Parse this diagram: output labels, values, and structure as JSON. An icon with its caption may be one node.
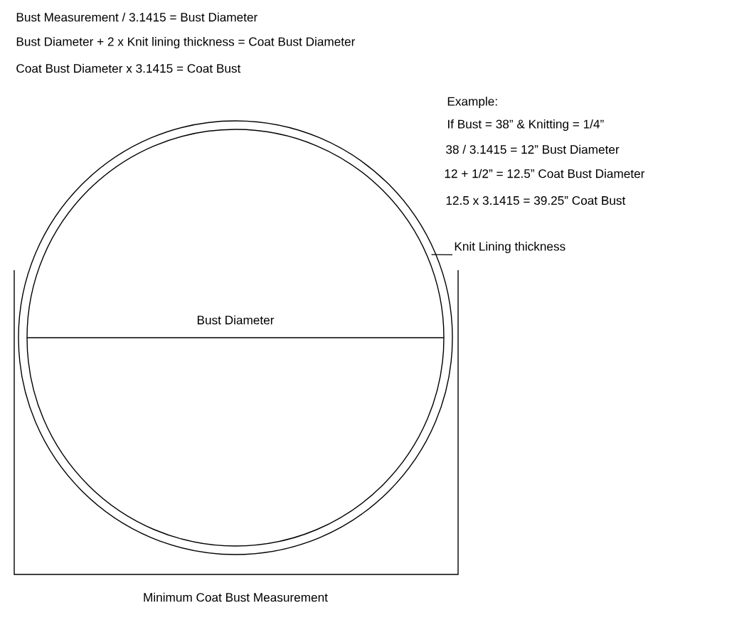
{
  "diagram": {
    "nodes": [
      {
        "text": [
          "Knit Lining thickness"
        ]
      },
      {
        "text": [],
        "shape": "circle"
      }
    ],
    "edges": [
      {
        "from": 0,
        "to": 1,
        "arrow": "none"
      }
    ],
    "labels": [
      "Bust Measurement / 3.1415 = Bust Diameter",
      "Bust Diameter + 2 x Knit lining thickness = Coat Bust Diameter",
      "Coat Bust Diameter x 3.1415 = Coat Bust",
      "Example:",
      "If Bust = 38” & Knitting = 1/4”",
      "38  / 3.1415 = 12” Bust Diameter",
      "12 + 1/2” = 12.5” Coat Bust Diameter",
      "12.5 x 3.1415 = 39.25” Coat Bust",
      "Bust Diameter",
      "Minimum Coat Bust Measurement"
    ]
  }
}
